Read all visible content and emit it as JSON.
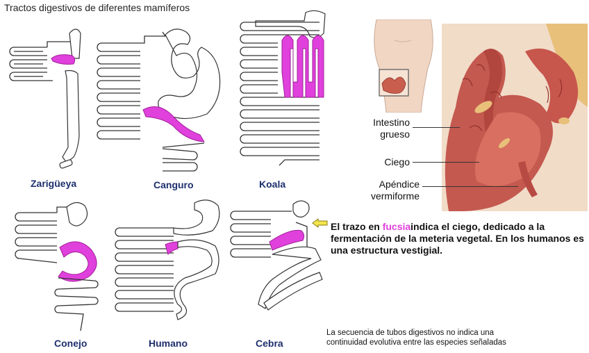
{
  "title": "Tractos digestivos de diferentes mamíferos",
  "animals": {
    "zarigueya": "Zarigüeya",
    "canguro": "Canguro",
    "koala": "Koala",
    "conejo": "Conejo",
    "humano": "Humano",
    "cebra": "Cebra"
  },
  "anatomy": {
    "intestino_grueso_1": "Intestino",
    "intestino_grueso_2": "grueso",
    "ciego": "Ciego",
    "apendice_1": "Apéndice",
    "apendice_2": "vermiforme"
  },
  "note": {
    "before": "El trazo en",
    "highlight": "fucsia",
    "after": "indica el ciego, dedicado a la fermentación de la meteria vegetal. En los humanos es una estructura vestigial."
  },
  "footnote": {
    "line1": "La secuencia de tubos digestivos no indica una",
    "line2": "continuidad evolutiva entre las especies señaladas"
  },
  "colors": {
    "caecum": "#e040dc",
    "label": "#1d2f6e",
    "arrow": "#f5e64a"
  }
}
